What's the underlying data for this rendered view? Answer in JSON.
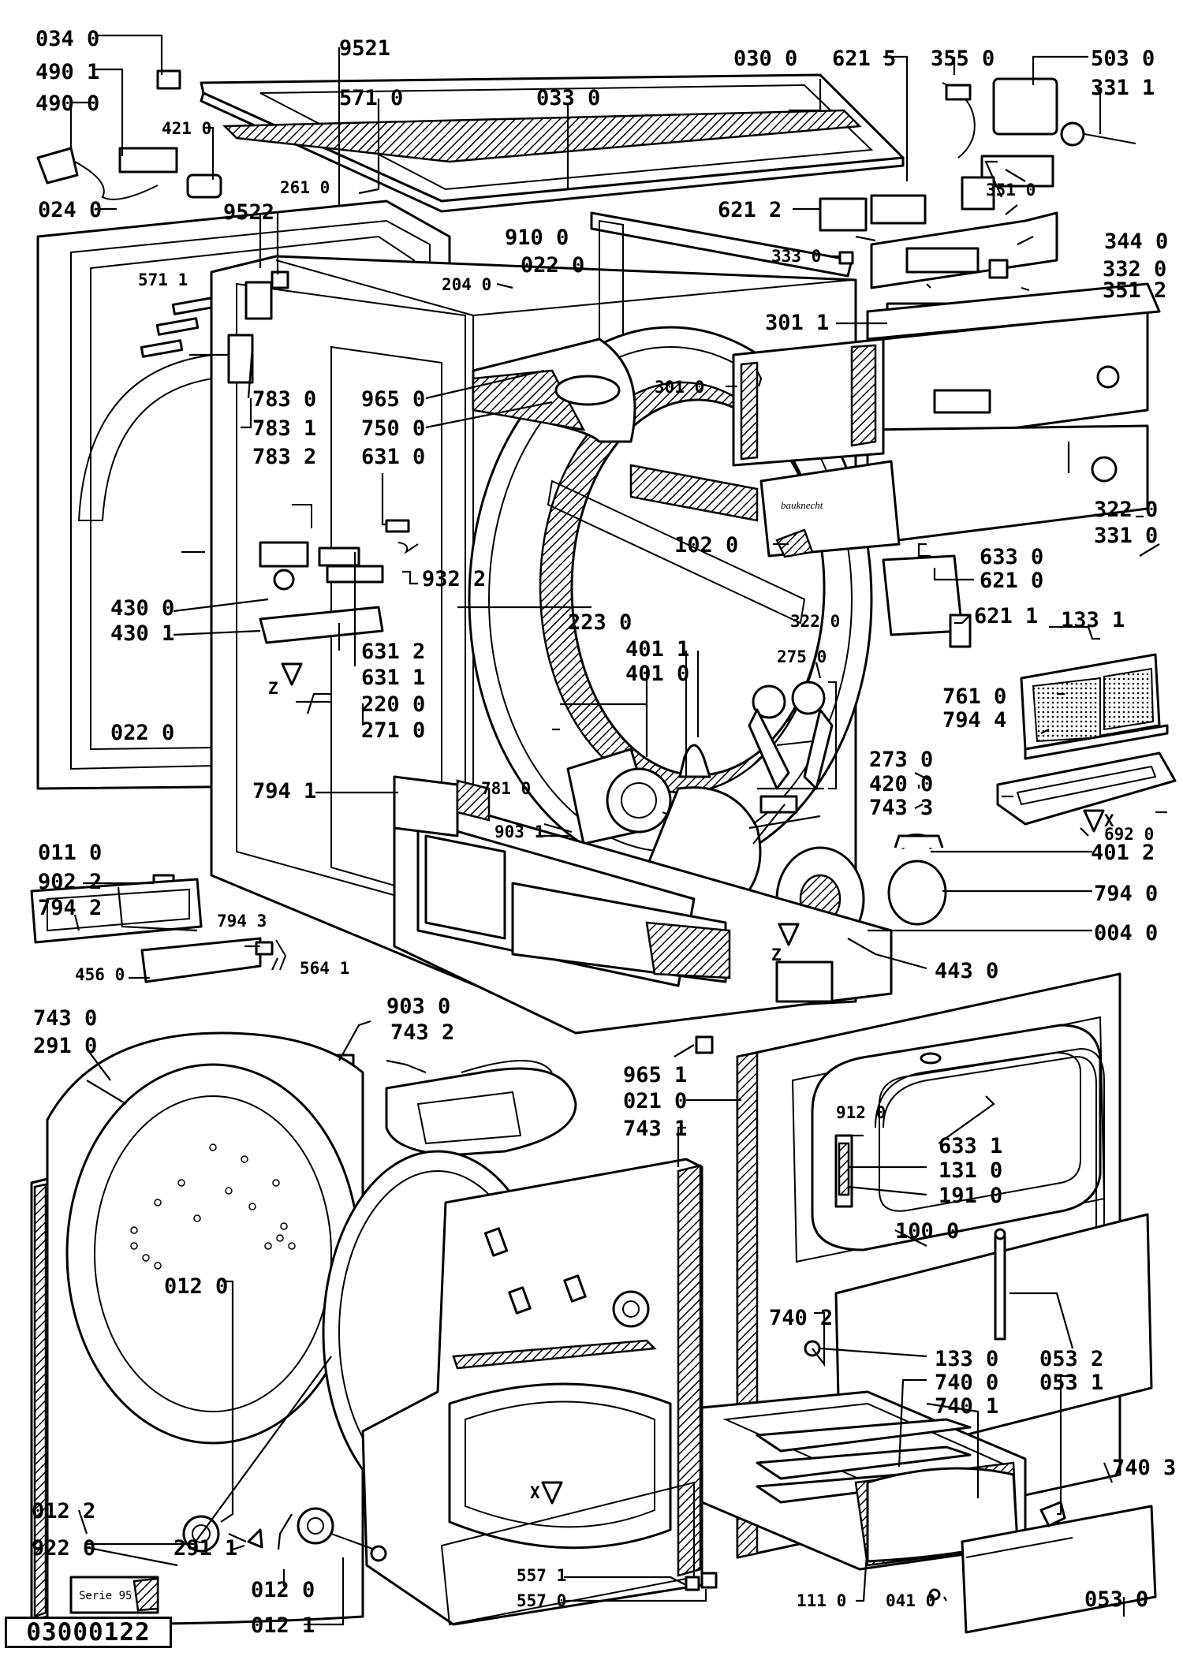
{
  "document": {
    "number": "03000122"
  },
  "embedded_text": {
    "panel_logo": "bauknecht",
    "label_plate": "Serie 95"
  },
  "callouts": [
    {
      "id": "c1",
      "text": "034 0"
    },
    {
      "id": "c2",
      "text": "490 1"
    },
    {
      "id": "c3",
      "text": "490 0"
    },
    {
      "id": "c4",
      "text": "421 0"
    },
    {
      "id": "c5",
      "text": "024 0"
    },
    {
      "id": "c6",
      "text": "9521"
    },
    {
      "id": "c7",
      "text": "571 0"
    },
    {
      "id": "c8",
      "text": "033 0"
    },
    {
      "id": "c9",
      "text": "030 0"
    },
    {
      "id": "c10",
      "text": "621 5"
    },
    {
      "id": "c11",
      "text": "355 0"
    },
    {
      "id": "c12",
      "text": "503 0"
    },
    {
      "id": "c13",
      "text": "331 1"
    },
    {
      "id": "c14",
      "text": "9522"
    },
    {
      "id": "c15",
      "text": "261 0"
    },
    {
      "id": "c16",
      "text": "351 0"
    },
    {
      "id": "c17",
      "text": "621 2"
    },
    {
      "id": "c18",
      "text": "910 0"
    },
    {
      "id": "c19",
      "text": "022 0"
    },
    {
      "id": "c20",
      "text": "344 0"
    },
    {
      "id": "c21",
      "text": "571 1"
    },
    {
      "id": "c22",
      "text": "333 0"
    },
    {
      "id": "c23",
      "text": "332 0"
    },
    {
      "id": "c24",
      "text": "204 0"
    },
    {
      "id": "c25",
      "text": "351 2"
    },
    {
      "id": "c26",
      "text": "301 1"
    },
    {
      "id": "c27",
      "text": "783 0"
    },
    {
      "id": "c28",
      "text": "965 0"
    },
    {
      "id": "c29",
      "text": "301 0"
    },
    {
      "id": "c30",
      "text": "783 1"
    },
    {
      "id": "c31",
      "text": "750 0"
    },
    {
      "id": "c32",
      "text": "783 2"
    },
    {
      "id": "c33",
      "text": "631 0"
    },
    {
      "id": "c34",
      "text": "322 0"
    },
    {
      "id": "c35",
      "text": "331 0"
    },
    {
      "id": "c36",
      "text": "102 0"
    },
    {
      "id": "c37",
      "text": "633 0"
    },
    {
      "id": "c38",
      "text": "932 2"
    },
    {
      "id": "c39",
      "text": "621 0"
    },
    {
      "id": "c40",
      "text": "430 0"
    },
    {
      "id": "c41",
      "text": "223 0"
    },
    {
      "id": "c42",
      "text": "322 0"
    },
    {
      "id": "c43",
      "text": "621 1"
    },
    {
      "id": "c44",
      "text": "430 1"
    },
    {
      "id": "c45",
      "text": "133 1"
    },
    {
      "id": "c46",
      "text": "401 1"
    },
    {
      "id": "c47",
      "text": "401 0"
    },
    {
      "id": "c48",
      "text": "275 0"
    },
    {
      "id": "c49",
      "text": "631 2"
    },
    {
      "id": "c50",
      "text": "631 1"
    },
    {
      "id": "c51",
      "text": "761 0"
    },
    {
      "id": "c52",
      "text": "220 0"
    },
    {
      "id": "c53",
      "text": "794 4"
    },
    {
      "id": "c54",
      "text": "022 0"
    },
    {
      "id": "c55",
      "text": "271 0"
    },
    {
      "id": "c56",
      "text": "273 0"
    },
    {
      "id": "c57",
      "text": "794 1"
    },
    {
      "id": "c58",
      "text": "781 0"
    },
    {
      "id": "c59",
      "text": "420 0"
    },
    {
      "id": "c60",
      "text": "743 3"
    },
    {
      "id": "c61",
      "text": "692 0"
    },
    {
      "id": "c62",
      "text": "903 1"
    },
    {
      "id": "c63",
      "text": "011 0"
    },
    {
      "id": "c64",
      "text": "401 2"
    },
    {
      "id": "c65",
      "text": "902 2"
    },
    {
      "id": "c66",
      "text": "794 2"
    },
    {
      "id": "c67",
      "text": "794 0"
    },
    {
      "id": "c68",
      "text": "004 0"
    },
    {
      "id": "c69",
      "text": "794 3"
    },
    {
      "id": "c70",
      "text": "456 0"
    },
    {
      "id": "c71",
      "text": "564 1"
    },
    {
      "id": "c72",
      "text": "443 0"
    },
    {
      "id": "c73",
      "text": "903 0"
    },
    {
      "id": "c74",
      "text": "743 0"
    },
    {
      "id": "c75",
      "text": "743 2"
    },
    {
      "id": "c76",
      "text": "291 0"
    },
    {
      "id": "c77",
      "text": "965 1"
    },
    {
      "id": "c78",
      "text": "021 0"
    },
    {
      "id": "c79",
      "text": "743 1"
    },
    {
      "id": "c80",
      "text": "912 0"
    },
    {
      "id": "c81",
      "text": "633 1"
    },
    {
      "id": "c82",
      "text": "131 0"
    },
    {
      "id": "c83",
      "text": "191 0"
    },
    {
      "id": "c84",
      "text": "100 0"
    },
    {
      "id": "c85",
      "text": "012 0"
    },
    {
      "id": "c86",
      "text": "740 2"
    },
    {
      "id": "c87",
      "text": "133 0"
    },
    {
      "id": "c88",
      "text": "053 2"
    },
    {
      "id": "c89",
      "text": "740 0"
    },
    {
      "id": "c90",
      "text": "053 1"
    },
    {
      "id": "c91",
      "text": "740 1"
    },
    {
      "id": "c92",
      "text": "740 3"
    },
    {
      "id": "c93",
      "text": "012 2"
    },
    {
      "id": "c94",
      "text": "922 0"
    },
    {
      "id": "c95",
      "text": "291 1"
    },
    {
      "id": "c96",
      "text": "012 0"
    },
    {
      "id": "c97",
      "text": "557 1"
    },
    {
      "id": "c98",
      "text": "557 0"
    },
    {
      "id": "c99",
      "text": "012 1"
    },
    {
      "id": "c100",
      "text": "111 0"
    },
    {
      "id": "c101",
      "text": "041 0"
    },
    {
      "id": "c102",
      "text": "053 0"
    }
  ],
  "markers": [
    {
      "id": "m1",
      "text": "Z"
    },
    {
      "id": "m2",
      "text": "Z"
    },
    {
      "id": "m3",
      "text": "X"
    },
    {
      "id": "m4",
      "text": "X"
    }
  ]
}
